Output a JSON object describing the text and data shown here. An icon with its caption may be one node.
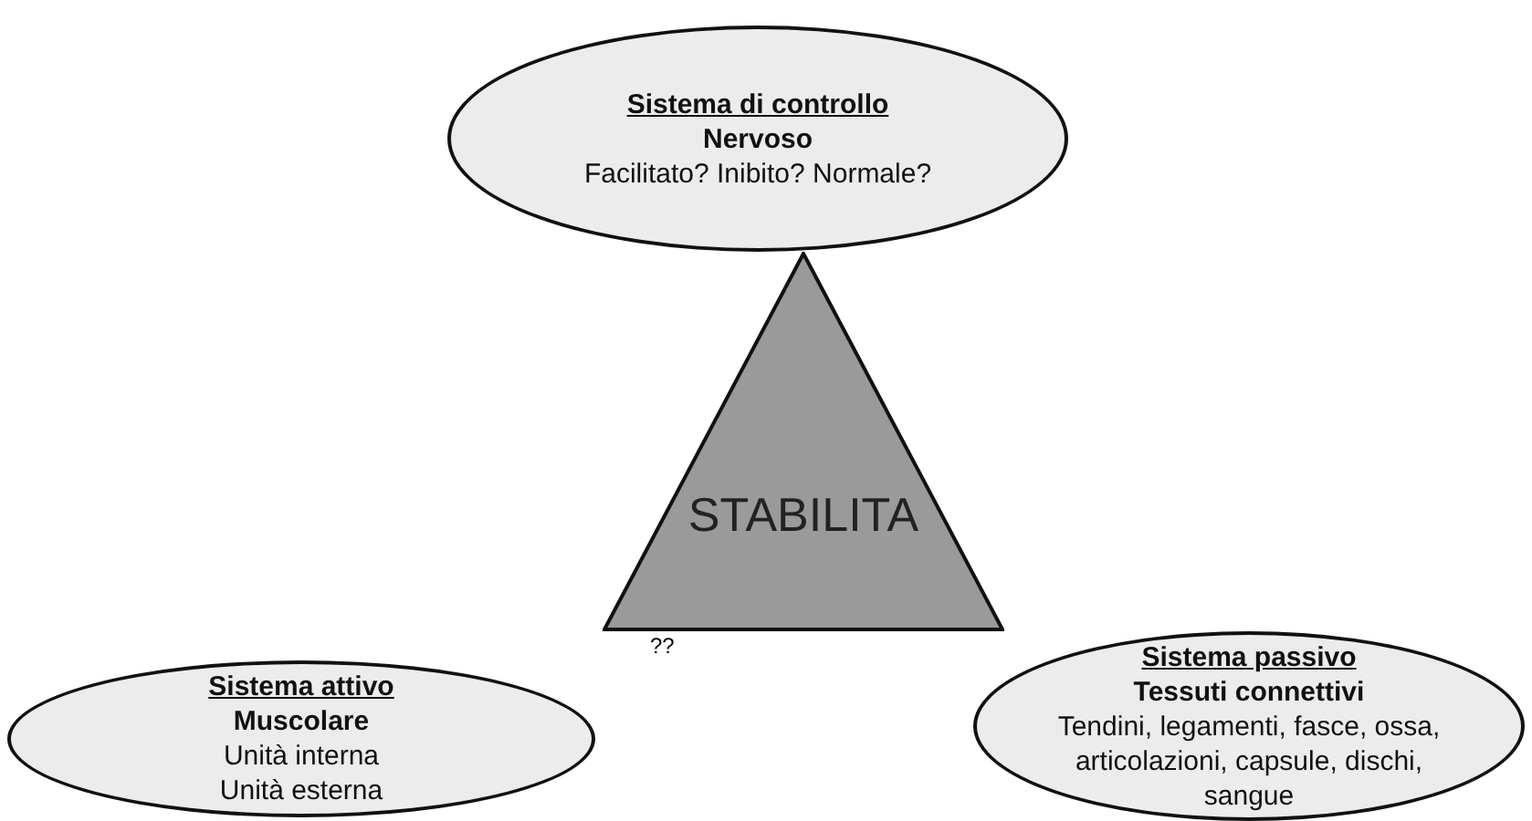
{
  "diagram": {
    "nodes": [
      {
        "text": [
          "Sistema di controllo",
          "Nervoso",
          "Facilitato? Inibito? Normale?"
        ]
      },
      {
        "text": [
          "STABILITA"
        ]
      },
      {
        "text": [
          "Sistema attivo",
          "Muscolare",
          "Unità interna Unità esterna"
        ]
      },
      {
        "text": [
          "Sistema passivo",
          "Tessuti connettivi",
          "Tendini, legamenti, fasce, ossa, articolazioni, capsule, dischi, sangue"
        ]
      }
    ],
    "edges": [],
    "labels": [
      "??"
    ]
  }
}
